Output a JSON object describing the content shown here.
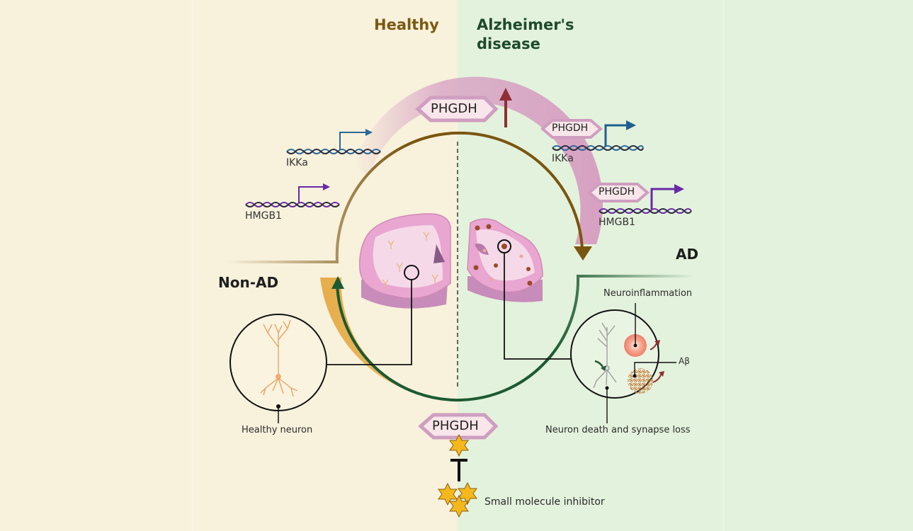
{
  "headers": {
    "healthy": "Healthy",
    "alzheimers_line1": "Alzheimer's",
    "alzheimers_line2": "disease"
  },
  "states": {
    "non_ad": "Non-AD",
    "ad": "AD"
  },
  "proteins": {
    "top": "PHGDH",
    "ikka_bound": "PHGDH",
    "hmgb1_bound": "PHGDH",
    "bottom": "PHGDH"
  },
  "genes": {
    "healthy_ikka": "IKKa",
    "healthy_hmgb1": "HMGB1",
    "ad_ikka": "IKKa",
    "ad_hmgb1": "HMGB1"
  },
  "labels": {
    "healthy_neuron": "Healthy neuron",
    "neuroinflammation": "Neuroinflammation",
    "abeta": "Aβ",
    "neuron_death": "Neuron death and synapse loss",
    "inhibitor": "Small molecule inhibitor"
  },
  "colors": {
    "bg_healthy": "#f8f1dc",
    "bg_ad": "#e3f2dc",
    "healthy_text": "#7a5a12",
    "ad_text": "#1f4a2c",
    "brown_path": "#7a5510",
    "green_path": "#1c5a32",
    "pink_arrow": "#d8a3c4",
    "orange_arrow": "#e8b455",
    "upregulation_arrow": "#8e2f35",
    "ikka_color": "#2a6a9a",
    "hmgb1_color": "#6a2aa6",
    "hexagon_fill": "#f8e6ea",
    "hexagon_stroke": "#cf9ec0",
    "star": "#f5b81c"
  }
}
